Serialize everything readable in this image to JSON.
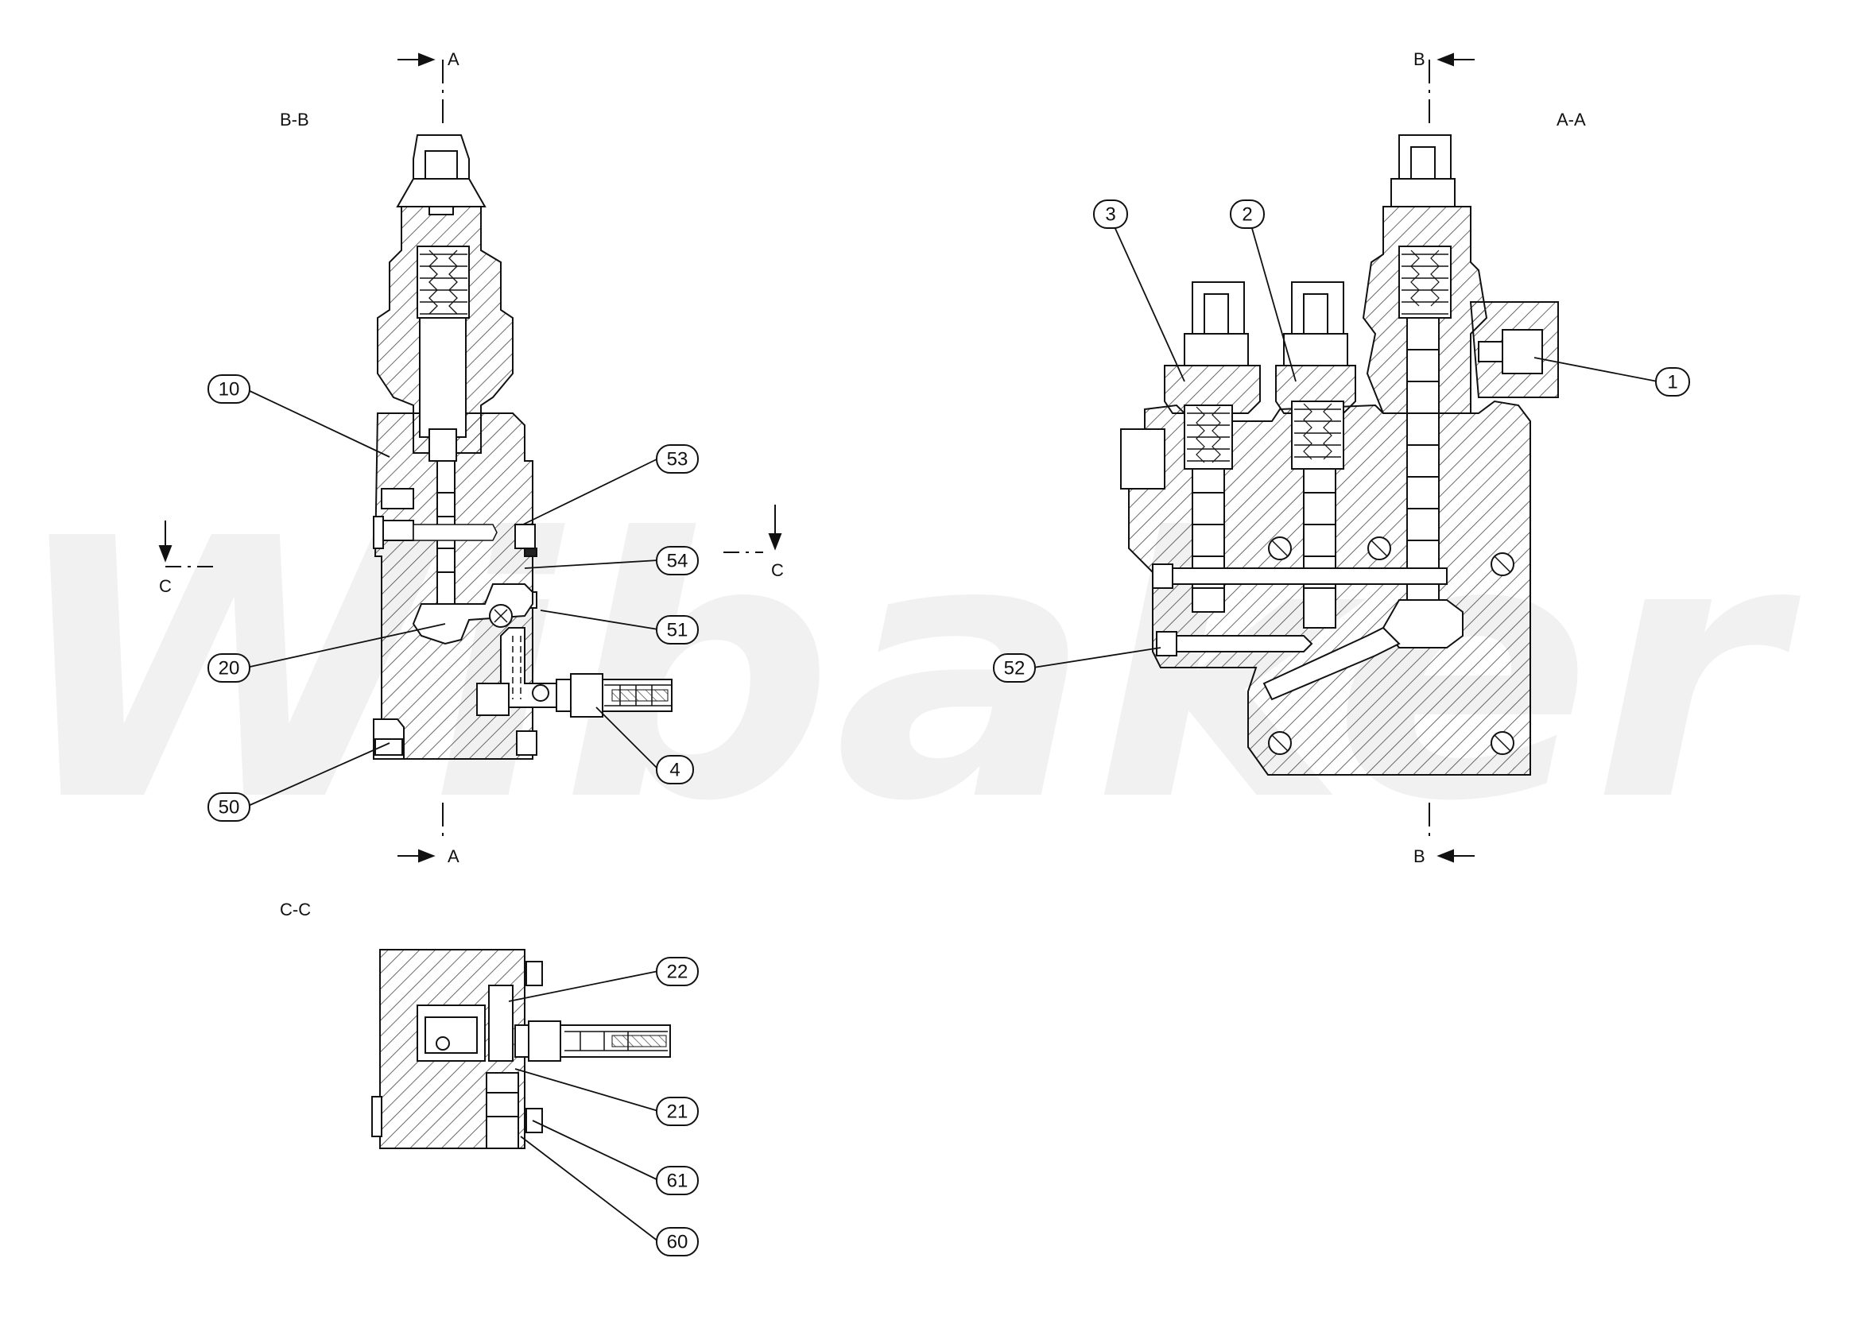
{
  "drawing": {
    "watermark": "Wibaker",
    "views": {
      "bb": {
        "title": "B-B"
      },
      "aa": {
        "title": "A-A"
      },
      "cc": {
        "title": "C-C"
      }
    },
    "cut_marks": {
      "a_top": "A",
      "a_bottom": "A",
      "b_top": "B",
      "b_bottom": "B",
      "c_left": "C",
      "c_right": "C"
    },
    "balloons": {
      "b10": "10",
      "b53": "53",
      "b54": "54",
      "b51": "51",
      "b20": "20",
      "b4": "4",
      "b50": "50",
      "b3": "3",
      "b2": "2",
      "b1": "1",
      "b52": "52",
      "b22": "22",
      "b21": "21",
      "b61": "61",
      "b60": "60"
    },
    "colors": {
      "line": "#111111",
      "hatch": "#444444",
      "watermark": "#f1f1f1"
    }
  }
}
